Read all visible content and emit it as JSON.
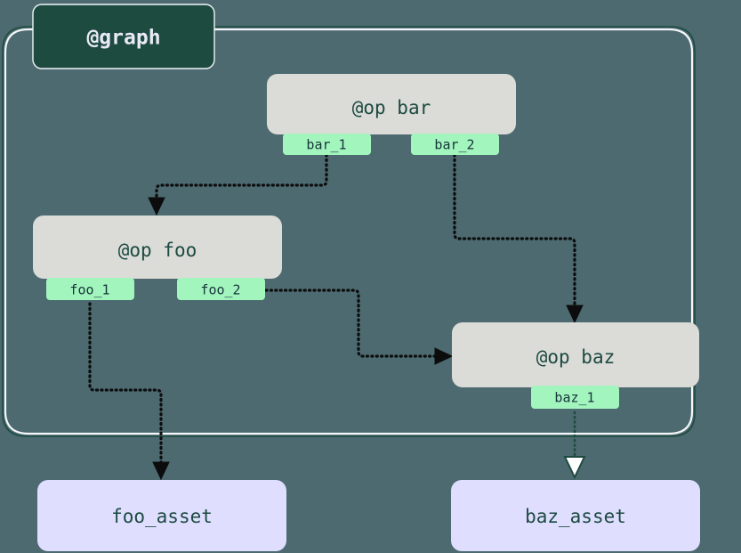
{
  "diagram": {
    "type": "dag",
    "title": "@graph",
    "background_color": "#4c6a70",
    "container": {
      "label": "@graph",
      "label_bg_color": "#1e4b40",
      "label_text_color": "#e9eaf6",
      "border_color": "#f4f6f9"
    },
    "ops": [
      {
        "id": "bar",
        "label": "@op bar",
        "box_color": "#dbdbd8",
        "outputs": [
          {
            "id": "bar_1",
            "label": "bar_1"
          },
          {
            "id": "bar_2",
            "label": "bar_2"
          }
        ]
      },
      {
        "id": "foo",
        "label": "@op foo",
        "box_color": "#dbdbd8",
        "outputs": [
          {
            "id": "foo_1",
            "label": "foo_1"
          },
          {
            "id": "foo_2",
            "label": "foo_2"
          }
        ]
      },
      {
        "id": "baz",
        "label": "@op baz",
        "box_color": "#dbdbd8",
        "outputs": [
          {
            "id": "baz_1",
            "label": "baz_1"
          }
        ]
      }
    ],
    "assets": [
      {
        "id": "foo_asset",
        "label": "foo_asset",
        "box_color": "#dfdeff"
      },
      {
        "id": "baz_asset",
        "label": "baz_asset",
        "box_color": "#dfdeff"
      }
    ],
    "port_color": "#a2f5bd",
    "edges": [
      {
        "from": "bar_1",
        "to": "foo",
        "style": "dotted-black"
      },
      {
        "from": "bar_2",
        "to": "baz",
        "style": "dotted-black"
      },
      {
        "from": "foo_2",
        "to": "baz",
        "style": "dotted-black"
      },
      {
        "from": "foo_1",
        "to": "foo_asset",
        "style": "dotted-black"
      },
      {
        "from": "baz_1",
        "to": "baz_asset",
        "style": "dotted-green"
      }
    ]
  }
}
